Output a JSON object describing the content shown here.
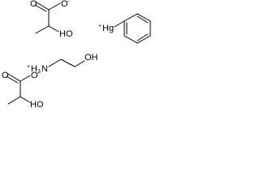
{
  "molecules": {
    "lactate_1": {
      "carbonyl_o": "O",
      "carboxylate_o": "O",
      "charge": "-",
      "hydroxyl": "HO"
    },
    "phenylmercury": {
      "charge": "+",
      "metal": "Hg"
    },
    "ethanolammonium": {
      "charge": "+",
      "ammonium": "H",
      "ammonium_sub": "3",
      "ammonium_n": "N",
      "hydroxyl": "OH"
    },
    "lactate_2": {
      "carbonyl_o": "O",
      "carboxylate_o": "O",
      "charge": "-",
      "hydroxyl": "HO"
    }
  }
}
